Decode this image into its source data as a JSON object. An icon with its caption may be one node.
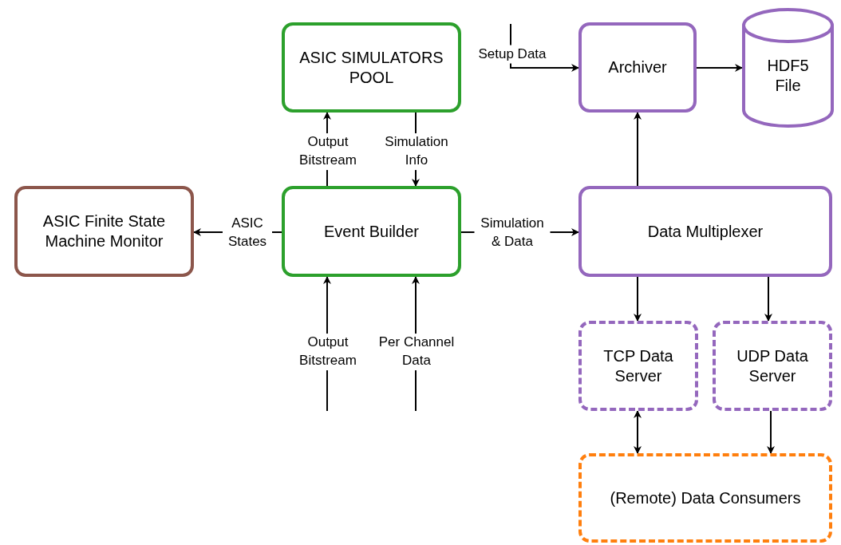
{
  "diagram": {
    "nodes": [
      {
        "text": [
          "ASIC SIMULATORS POOL"
        ]
      },
      {
        "text": [
          "Archiver"
        ]
      },
      {
        "text": [
          "HDF5 File"
        ]
      },
      {
        "text": [
          "ASIC Finite State Machine Monitor"
        ]
      },
      {
        "text": [
          "Event Builder"
        ]
      },
      {
        "text": [
          "Data Multiplexer"
        ]
      },
      {
        "text": [
          "TCP Data Server"
        ]
      },
      {
        "text": [
          "UDP Data Server"
        ]
      },
      {
        "text": [
          "(Remote) Data Consumers"
        ]
      }
    ],
    "edges": [
      {
        "from": null,
        "to": 1,
        "arrow": "to",
        "label": "Setup Data"
      },
      {
        "from": 1,
        "to": 2,
        "arrow": "to"
      },
      {
        "from": 4,
        "to": 0,
        "arrow": "to",
        "label": "Output Bitstream"
      },
      {
        "from": 0,
        "to": 4,
        "arrow": "to",
        "label": "Simulation Info"
      },
      {
        "from": 4,
        "to": 3,
        "arrow": "to",
        "label": "ASIC States"
      },
      {
        "from": 4,
        "to": 5,
        "arrow": "to",
        "label": "Simulation & Data"
      },
      {
        "from": 5,
        "to": 1,
        "arrow": "to"
      },
      {
        "from": 5,
        "to": 6,
        "arrow": "to"
      },
      {
        "from": 5,
        "to": 7,
        "arrow": "to"
      },
      {
        "from": 6,
        "to": 8,
        "arrow": "both"
      },
      {
        "from": 7,
        "to": 8,
        "arrow": "to"
      },
      {
        "from": null,
        "to": 4,
        "arrow": "to",
        "label": "Output Bitstream"
      },
      {
        "from": null,
        "to": 4,
        "arrow": "to",
        "label": "Per Channel Data"
      }
    ]
  }
}
